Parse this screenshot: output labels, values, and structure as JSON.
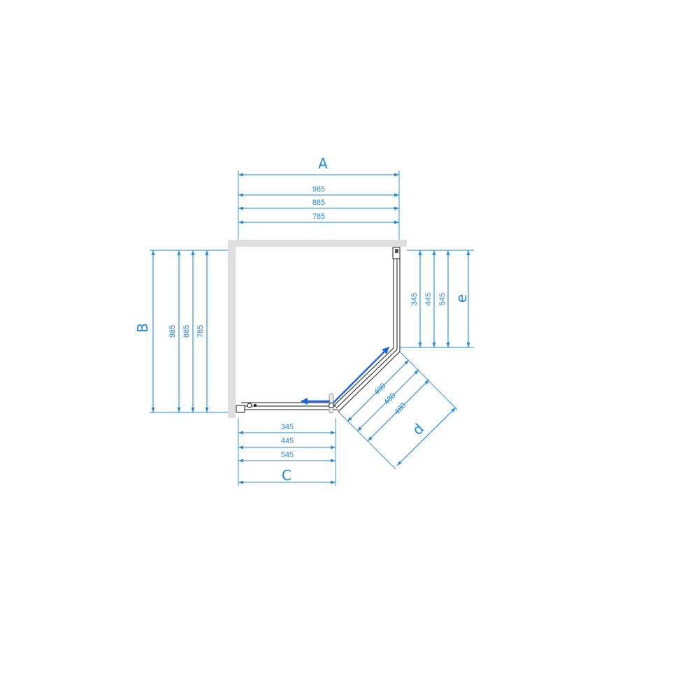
{
  "labels": {
    "A": "A",
    "B": "B",
    "C": "C",
    "D": "d",
    "E": "e"
  },
  "dimensions": {
    "A": [
      "985",
      "885",
      "785"
    ],
    "B": [
      "985",
      "885",
      "785"
    ],
    "C": [
      "345",
      "445",
      "545"
    ],
    "D": [
      "480",
      "480",
      "480"
    ],
    "E": [
      "345",
      "445",
      "545"
    ]
  },
  "colors": {
    "dimension": "#1e88e5",
    "wall": "#dedede",
    "frame": "#1a1a1a",
    "movement_arrow": "#1565f0"
  }
}
